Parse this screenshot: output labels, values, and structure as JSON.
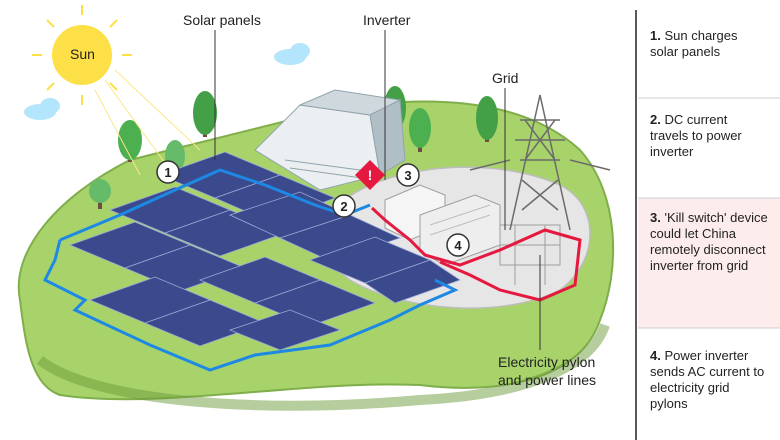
{
  "labels": {
    "sun": "Sun",
    "solar_panels": "Solar panels",
    "inverter": "Inverter",
    "grid": "Grid",
    "pylon": "Electricity pylon\nand power lines"
  },
  "callouts": [
    "1",
    "2",
    "3",
    "4"
  ],
  "steps": [
    {
      "num": "1.",
      "text": "Sun charges solar panels"
    },
    {
      "num": "2.",
      "text": "DC current travels to power inverter"
    },
    {
      "num": "3.",
      "text": "'Kill switch' device could let China remotely disconnect inverter from grid"
    },
    {
      "num": "4.",
      "text": "Power inverter sends AC current to electricity grid pylons"
    }
  ],
  "warning_symbol": "!",
  "colors": {
    "dc_line": "#1e88e5",
    "ac_line": "#e5193f",
    "highlight_bg": "#fdecec",
    "grass": "#9ccc65",
    "sun": "#fde047"
  }
}
